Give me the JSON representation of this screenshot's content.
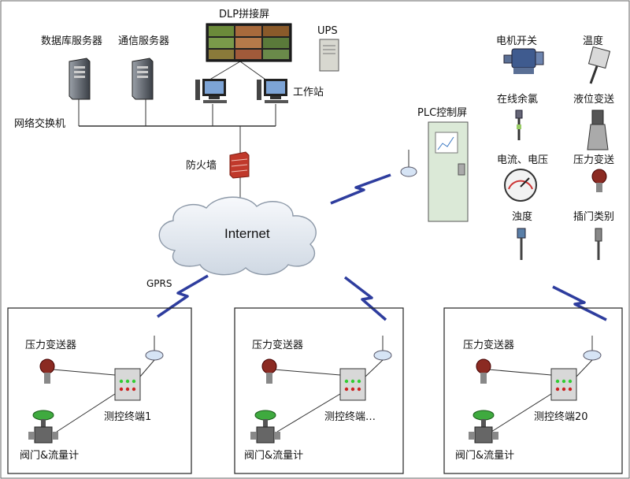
{
  "center": {
    "db_server": "数据库服务器",
    "comm_server": "通信服务器",
    "display_wall": "DLP拼接屏",
    "ups": "UPS",
    "workstation": "工作站",
    "switch": "网络交换机",
    "firewall": "防火墙"
  },
  "network": {
    "internet": "Internet",
    "gprs": "GPRS"
  },
  "plc": {
    "title": "PLC控制屏"
  },
  "devices": [
    {
      "label": "电机开关",
      "icon": "motor-icon"
    },
    {
      "label": "温度",
      "icon": "temperature-sensor-icon"
    },
    {
      "label": "在线余氯",
      "icon": "chlorine-sensor-icon"
    },
    {
      "label": "液位变送",
      "icon": "level-transmitter-icon"
    },
    {
      "label": "电流、电压",
      "icon": "gauge-icon"
    },
    {
      "label": "压力变送",
      "icon": "pressure-transmitter-icon"
    },
    {
      "label": "浊度",
      "icon": "turbidity-sensor-icon"
    },
    {
      "label": "插门类别",
      "icon": "probe-icon"
    }
  ],
  "sites": [
    {
      "pressure_label": "压力变送器",
      "terminal_label": "测控终端1",
      "flowmeter_label": "阀门&流量计"
    },
    {
      "pressure_label": "压力变送器",
      "terminal_label": "测控终端…",
      "flowmeter_label": "阀门&流量计"
    },
    {
      "pressure_label": "压力变送器",
      "terminal_label": "测控终端20",
      "flowmeter_label": "阀门&流量计"
    }
  ],
  "colors": {
    "wireless": "#2e3d9e",
    "cloud": "#e9eef4",
    "antenna": "#d6e4f5",
    "plc_cabinet": "#dbe9d7",
    "led_green": "#33cc33",
    "led_red": "#cc2222",
    "firewall": "#c0392b"
  }
}
